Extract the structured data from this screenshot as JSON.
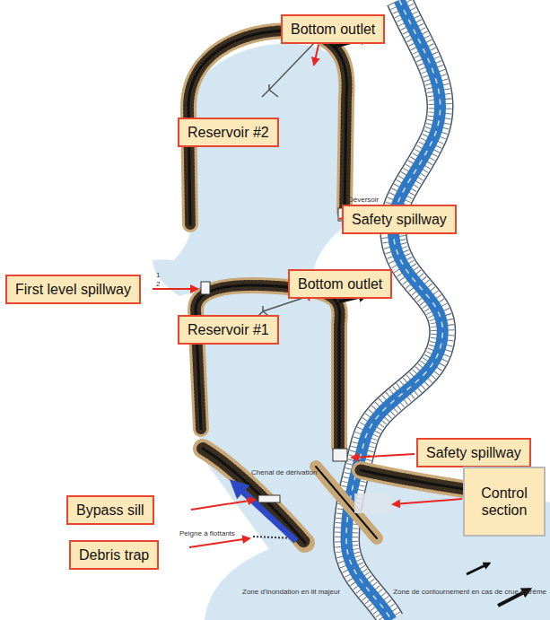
{
  "diagram": {
    "nodes": [
      {
        "text": [
          "Bottom outlet"
        ]
      },
      {
        "text": [
          "Reservoir #2"
        ]
      },
      {
        "text": [
          "Safety spillway"
        ]
      },
      {
        "text": [
          "First level spillway"
        ]
      },
      {
        "text": [
          "Bottom outlet"
        ]
      },
      {
        "text": [
          "Reservoir #1"
        ]
      },
      {
        "text": [
          "Safety spillway"
        ]
      },
      {
        "text": [
          "Control section"
        ]
      },
      {
        "text": [
          "Bypass sill"
        ]
      },
      {
        "text": [
          "Debris trap"
        ]
      }
    ],
    "labels": [
      "Déversoir",
      "1",
      "2",
      "Chenal de dérivation",
      "Peigne à flottants",
      "Zone d'inondation en lit majeur",
      "Zone de contournement en cas de crue extrême"
    ]
  }
}
